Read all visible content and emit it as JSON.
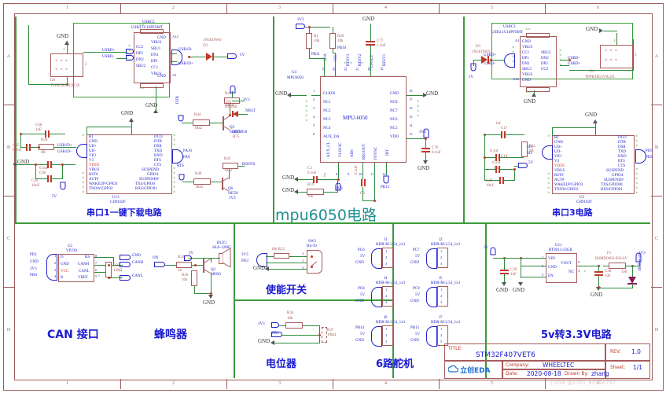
{
  "sheet": {
    "border_cols": [
      "1",
      "2",
      "3",
      "4",
      "5",
      "6"
    ],
    "border_rows": [
      "A",
      "B",
      "C",
      "D"
    ],
    "watermark": "CSDN @2301_80196797"
  },
  "title_block": {
    "title_label": "TITLE:",
    "title_value": "STM32F407VET6",
    "rev_label": "REV:",
    "rev_value": "1.0",
    "company_label": "Company:",
    "company_value": "WHEELTEC",
    "sheet_label": "Sheet:",
    "sheet_value": "1/1",
    "date_label": "Date:",
    "date_value": "2020-08-18",
    "drawn_label": "Drawn By:",
    "drawn_value": "zhang",
    "logo_text": "立创EDA"
  },
  "sections": [
    {
      "id": "uart1",
      "title": "串口1一键下载电路"
    },
    {
      "id": "mpu",
      "title": "mpu6050电路"
    },
    {
      "id": "uart3",
      "title": "串口3电路"
    },
    {
      "id": "can",
      "title": "CAN 接口"
    },
    {
      "id": "buzzer",
      "title": "蜂鸣器"
    },
    {
      "id": "enable",
      "title": "使能开关"
    },
    {
      "id": "pot",
      "title": "电位器"
    },
    {
      "id": "servo",
      "title": "6路舵机"
    },
    {
      "id": "ldo",
      "title": "5v转3.3V电路"
    }
  ],
  "usbc2": {
    "designator": "USBC2",
    "part": "USB3.1C16PFSMT",
    "pins_left": [
      "CC2",
      "DP2",
      "DN2",
      "SBU2"
    ],
    "pins_right": [
      "VBUS",
      "SBU1",
      "DN1",
      "DP1",
      "CC1",
      "VBUS"
    ],
    "gnd_top_pin": "A12",
    "gnd_bot_pin": "A1",
    "gnd_label": "GND",
    "nets": [
      "USBD+",
      "USBD-",
      "USB1D-",
      "USB1D+"
    ],
    "tvs": {
      "designator": "D4",
      "part": "TPPRTR5VOU2X"
    },
    "diode": {
      "designator": "D2",
      "part": "1N5819WS"
    },
    "rail_5v": "5V"
  },
  "usbc3": {
    "designator": "USBC3",
    "part": "USB3.1C16PFSMT",
    "pins_left": [
      "VBUS",
      "CC1",
      "DP1",
      "DN1",
      "SBU1",
      "VBUS"
    ],
    "pins_right": [
      "SBU2",
      "DN2",
      "DP2",
      "CC2"
    ],
    "gnd_top_pin": "A1",
    "gnd_bot_pin": "A12",
    "gnd_label": "GND",
    "nets": [
      "USBD+",
      "USBD-"
    ],
    "tvs": {
      "designator": "D1",
      "part": "TPPRTR5VOU2X"
    },
    "diode": {
      "designator": "D3",
      "part": "1N5819WS"
    },
    "rail_5v": "5V"
  },
  "uart1": {
    "chip": {
      "designator": "U13",
      "part": "CH9102F"
    },
    "pins_left": [
      "RI",
      "GND",
      "UD+",
      "UD-",
      "VIO",
      "V3",
      "VDD5",
      "VBUS",
      "RST#",
      "ACT#",
      "WAKEUP/GPIO3",
      "TNOW/GPIO2"
    ],
    "pins_right": [
      "DCD",
      "DTR",
      "DSR",
      "TXD",
      "RXD",
      "RTS",
      "CTS",
      "SUSPEND",
      "GPIO4",
      "SUSPEND#",
      "TXS/GPIO0",
      "RXS/GPIO01"
    ],
    "caps": [
      {
        "designator": "C68",
        "value": "1uF"
      },
      {
        "designator": "C65",
        "value": "0.1uF"
      },
      {
        "designator": "C66",
        "value": "0.1uF"
      },
      {
        "designator": "C49",
        "value": "10uF"
      }
    ],
    "resistors": [
      {
        "designator": "R38",
        "value": "0R"
      },
      {
        "designator": "R43",
        "value": "10KΩ"
      },
      {
        "designator": "R44",
        "value": "1KΩ"
      },
      {
        "designator": "R45",
        "value": "1KΩ"
      },
      {
        "designator": "R46",
        "value": "1KΩ"
      },
      {
        "designator": "R75",
        "value": ""
      }
    ],
    "transistors": [
      {
        "designator": "Q5",
        "part": "SEBT8050"
      },
      {
        "designator": "Q6",
        "part": "S8550"
      }
    ],
    "diode": {
      "designator": "D5",
      "part": "1N4148"
    },
    "nets": [
      "USB1D+",
      "USB1D-",
      "DTR",
      "RTS",
      "PA10",
      "PA9",
      "NRST",
      "BOOT0",
      "3V3",
      "5V",
      "GND"
    ]
  },
  "uart3": {
    "chip": {
      "designator": "U3",
      "part": "CH9102F"
    },
    "pins_left": [
      "RI",
      "GND",
      "UD+",
      "UD-",
      "VIO",
      "V3",
      "VDD5",
      "VBUS",
      "RST#",
      "ACT#",
      "WAKEUP/GPIO3",
      "TNOW/GPIO2"
    ],
    "pins_right": [
      "DCD",
      "DTR",
      "DSR",
      "TXD",
      "RXD",
      "RTS",
      "CTS",
      "SUSPEND",
      "GPIO4",
      "SUSPEND#",
      "TXS/GPIO00",
      "RXS/GPIO01"
    ],
    "caps": [
      {
        "designator": "C17",
        "value": "1uf"
      },
      {
        "designator": "C18",
        "value": "0.1uf"
      },
      {
        "designator": "C19",
        "value": "0.1uf"
      },
      {
        "designator": "C20",
        "value": "10uf"
      }
    ],
    "resistors": [
      {
        "designator": "R11",
        "value": "0R"
      }
    ],
    "nets": [
      "USBD+",
      "USBD-",
      "PD9",
      "PD8",
      "5V",
      "GND"
    ]
  },
  "mpu": {
    "chip": {
      "designator": "U4",
      "part": "MPU6050",
      "body_label": "MPU-6050"
    },
    "pins_left": [
      {
        "num": "1",
        "name": "CLKIN"
      },
      {
        "num": "2",
        "name": "NC1"
      },
      {
        "num": "3",
        "name": "NC2"
      },
      {
        "num": "4",
        "name": "NC3"
      },
      {
        "num": "5",
        "name": "NC4"
      },
      {
        "num": "6",
        "name": "AUX_DA"
      }
    ],
    "pins_right": [
      {
        "num": "18",
        "name": "GND"
      },
      {
        "num": "17",
        "name": "NC8"
      },
      {
        "num": "16",
        "name": "NC7"
      },
      {
        "num": "15",
        "name": "NC6"
      },
      {
        "num": "14",
        "name": "NC5"
      },
      {
        "num": "13",
        "name": "VDD"
      }
    ],
    "pins_top": [
      {
        "num": "24",
        "name": "SDA"
      },
      {
        "num": "23",
        "name": "SCL"
      },
      {
        "num": "22",
        "name": "RESV3"
      },
      {
        "num": "21",
        "name": "RESV2"
      },
      {
        "num": "20",
        "name": "CPOUT"
      },
      {
        "num": "19",
        "name": "RESV1"
      }
    ],
    "pins_bottom": [
      {
        "num": "7",
        "name": "AUX_CL"
      },
      {
        "num": "8",
        "name": "VLOGIC"
      },
      {
        "num": "9",
        "name": "AD0"
      },
      {
        "num": "10",
        "name": "REGOUT"
      },
      {
        "num": "11",
        "name": "FSYNC"
      },
      {
        "num": "12",
        "name": "INT"
      }
    ],
    "resistors": [
      {
        "designator": "R1",
        "value": "10k"
      },
      {
        "designator": "R20",
        "value": "10k"
      },
      {
        "designator": "R19",
        "value": "10k"
      }
    ],
    "caps": [
      {
        "designator": "C77",
        "value": "2.2nF"
      },
      {
        "designator": "C76",
        "value": "0.1uF"
      },
      {
        "designator": "C2",
        "value": "0.1uF"
      },
      {
        "designator": "C3",
        "value": "0.1uF"
      }
    ],
    "nets": [
      "3V3",
      "PB11",
      "PB10",
      "PB12",
      "GND"
    ]
  },
  "can": {
    "chip": {
      "designator": "U2",
      "part": "VP230"
    },
    "pins_left": [
      "D",
      "GND",
      "VCC",
      "R"
    ],
    "pins_right": [
      "RS",
      "CANH",
      "CANL",
      "VREF"
    ],
    "pin_nums_left": [
      "1",
      "2",
      "3",
      "4"
    ],
    "pin_nums_right": [
      "8",
      "7",
      "6",
      "5"
    ],
    "in_nets": [
      "PD1",
      "GND",
      "3V3",
      "PD0"
    ],
    "out_nets": [
      "GND",
      "CANH",
      "CANL"
    ],
    "resistor": {
      "designator": "R23",
      "value": "120Ω"
    }
  },
  "buzzer": {
    "device": {
      "designator": "BUZ1",
      "part": "SEA-12085"
    },
    "transistor": {
      "designator": "Q3",
      "part": "S8050"
    },
    "resistors": [
      {
        "designator": "R32",
        "value": "1k"
      },
      {
        "designator": "R30",
        "value": "10k"
      }
    ],
    "nets": [
      "ON",
      "5V",
      "GND"
    ]
  },
  "enable": {
    "switch": {
      "designator": "SW3",
      "part": "BS-10"
    },
    "resistor": {
      "designator": "R12",
      "value": "10k"
    },
    "pin_nums": [
      "2",
      "1",
      "3"
    ],
    "nets": [
      "3V3",
      "PD3",
      "GND"
    ]
  },
  "pot": {
    "resistors": [
      {
        "designator": "R34",
        "value": "10k"
      },
      {
        "designator": "R37",
        "value": "10kΩ"
      }
    ],
    "nets": [
      "3V3",
      "PB1",
      "GND"
    ]
  },
  "servo": {
    "headers": [
      {
        "designator": "J1",
        "part": "HDR-M-2.54_1x3",
        "signal": "PC6",
        "pins": [
          "1",
          "2",
          "3"
        ],
        "nets": [
          "PC6",
          "5V",
          "GND"
        ]
      },
      {
        "designator": "J2",
        "part": "HDR-M-2.54_1x3",
        "signal": "PC7",
        "pins": [
          "1",
          "2",
          "3"
        ],
        "nets": [
          "PC7",
          "5V",
          "GND"
        ]
      },
      {
        "designator": "J4",
        "part": "HDR-M-2.54_1x3",
        "signal": "PC8",
        "pins": [
          "1",
          "2",
          "3"
        ],
        "nets": [
          "PC8",
          "5V",
          "GND"
        ]
      },
      {
        "designator": "J5",
        "part": "HDR-M-2.54_1x3",
        "signal": "PC9",
        "pins": [
          "1",
          "2",
          "3"
        ],
        "nets": [
          "PC9",
          "5V",
          "GND"
        ]
      },
      {
        "designator": "J6",
        "part": "HDR-M-2.54_1x3",
        "signal": "PB14",
        "pins": [
          "1",
          "2",
          "3"
        ],
        "nets": [
          "PB14",
          "5V",
          "GND"
        ]
      },
      {
        "designator": "J7",
        "part": "HDR-M-2.54_1x3",
        "signal": "PB15",
        "pins": [
          "1",
          "2",
          "3"
        ],
        "nets": [
          "PB15",
          "5V",
          "GND"
        ]
      }
    ]
  },
  "ldo": {
    "chip": {
      "designator": "U11",
      "part": "RT9013-33GB"
    },
    "pins_left": [
      {
        "num": "1",
        "name": "VIN"
      },
      {
        "num": "2",
        "name": "GND"
      },
      {
        "num": "3",
        "name": "EN"
      }
    ],
    "pins_right": [
      {
        "num": "5",
        "name": "VOUT"
      },
      {
        "num": "4",
        "name": "NC"
      }
    ],
    "caps": [
      {
        "designator": "C39",
        "value": "1uF"
      },
      {
        "designator": "C38",
        "value": "1uF"
      }
    ],
    "fuse": {
      "designator": "F1",
      "part": "BSMD0603-050-6V"
    },
    "tvs": {
      "designator": "D8",
      "part": "SMBJ3.3A"
    },
    "nets": [
      "5V",
      "3V3",
      "GND"
    ]
  }
}
